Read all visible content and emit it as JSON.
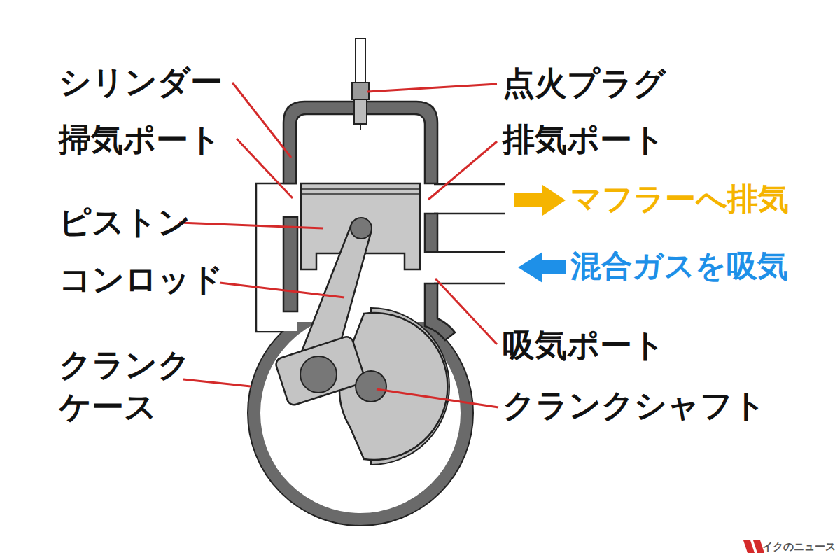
{
  "diagram": {
    "labels": [
      "シリンダー",
      "掃気ポート",
      "ピストン",
      "コンロッド",
      "クランク ケース",
      "点火プラグ",
      "排気ポート",
      "マフラーへ排気",
      "混合ガスを吸気",
      "吸気ポート",
      "クランクシャフト",
      "イクのニュース"
    ]
  }
}
